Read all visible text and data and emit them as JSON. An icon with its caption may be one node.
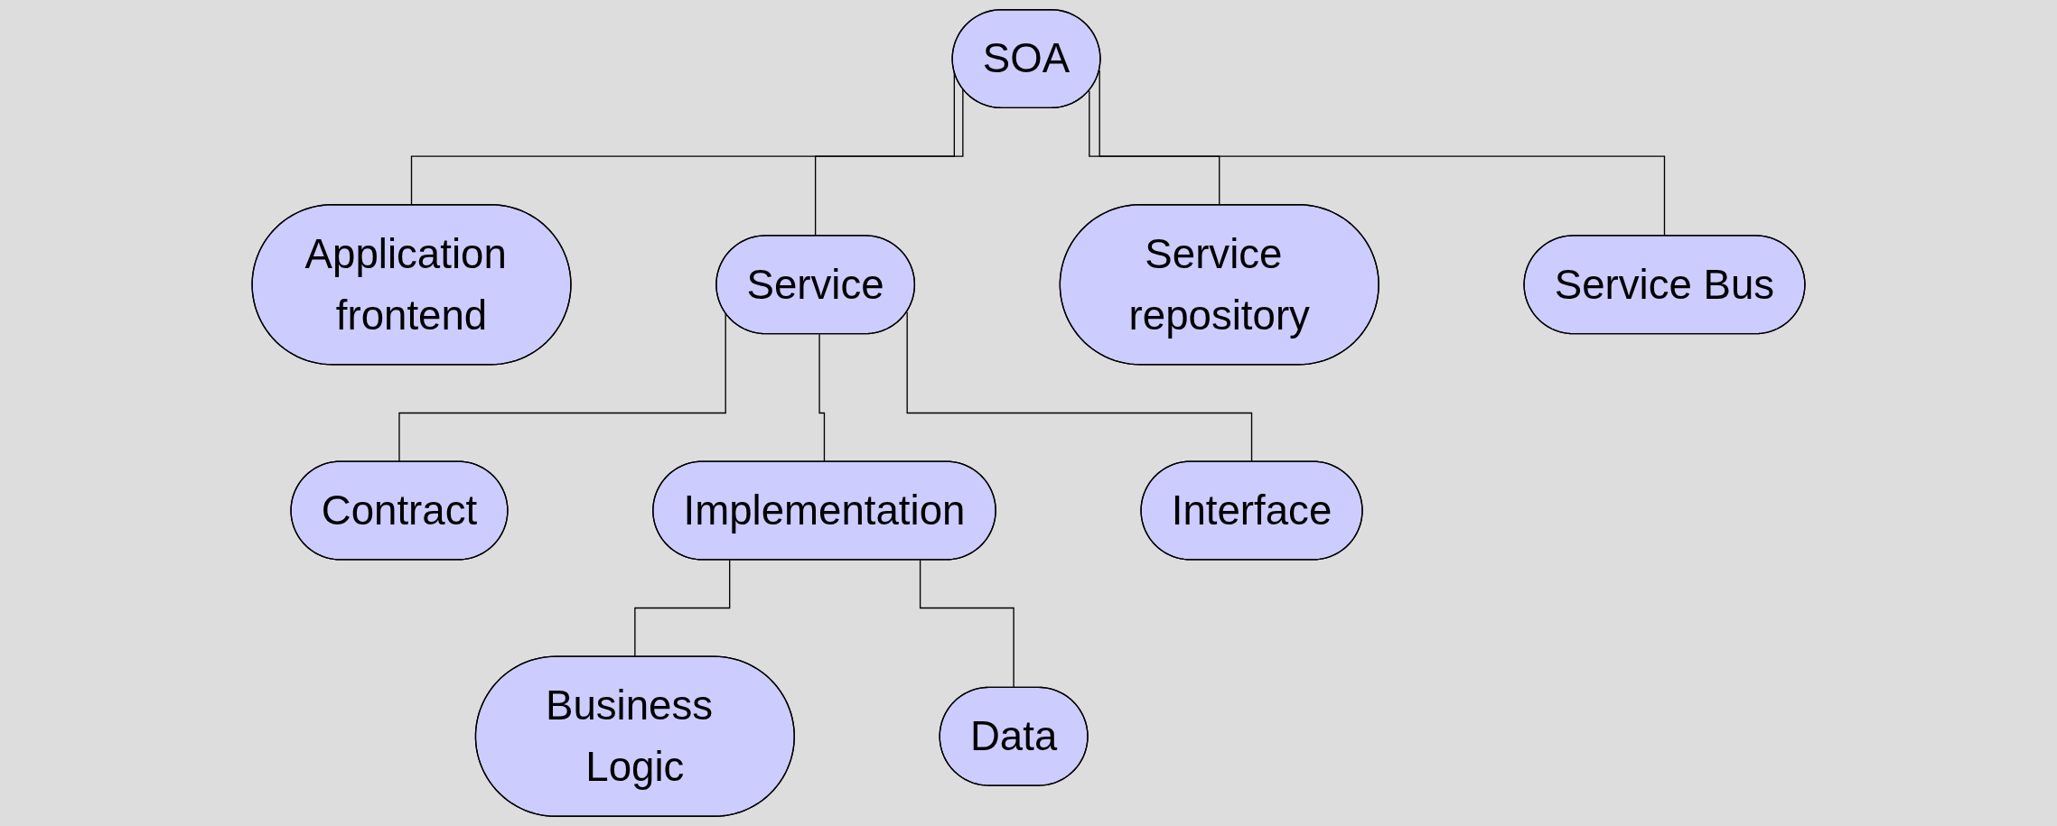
{
  "diagram": {
    "nodes": [
      {
        "text": [
          "SOA"
        ]
      },
      {
        "text": [
          "Application frontend"
        ]
      },
      {
        "text": [
          "Service"
        ]
      },
      {
        "text": [
          "Service repository"
        ]
      },
      {
        "text": [
          "Service Bus"
        ]
      },
      {
        "text": [
          "Contract"
        ]
      },
      {
        "text": [
          "Implementation"
        ]
      },
      {
        "text": [
          "Interface"
        ]
      },
      {
        "text": [
          "Business Logic"
        ]
      },
      {
        "text": [
          "Data"
        ]
      }
    ],
    "edges": [
      {
        "from": 0,
        "to": 1,
        "arrow": "none"
      },
      {
        "from": 0,
        "to": 2,
        "arrow": "none"
      },
      {
        "from": 0,
        "to": 3,
        "arrow": "none"
      },
      {
        "from": 0,
        "to": 4,
        "arrow": "none"
      },
      {
        "from": 2,
        "to": 5,
        "arrow": "none"
      },
      {
        "from": 2,
        "to": 6,
        "arrow": "none"
      },
      {
        "from": 2,
        "to": 7,
        "arrow": "none"
      },
      {
        "from": 6,
        "to": 8,
        "arrow": "none"
      },
      {
        "from": 6,
        "to": 9,
        "arrow": "none"
      }
    ]
  }
}
